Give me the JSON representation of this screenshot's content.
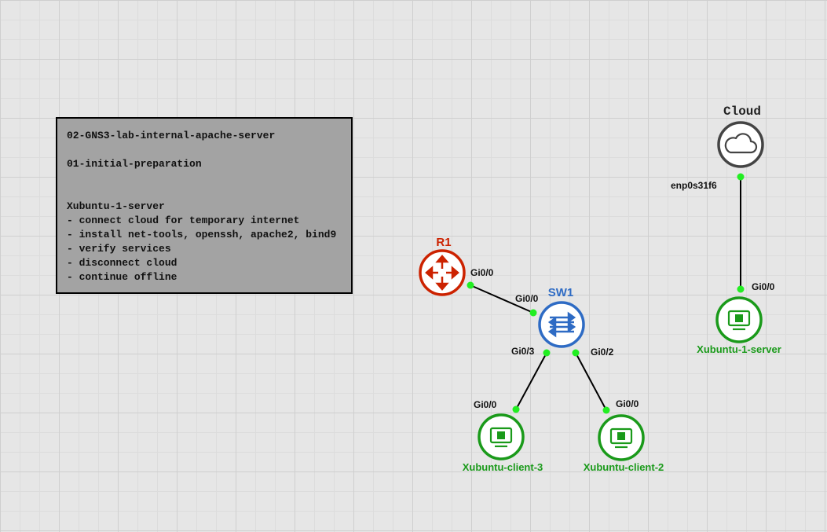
{
  "note": {
    "lines": [
      "02-GNS3-lab-internal-apache-server",
      "",
      "01-initial-preparation",
      "",
      "",
      "Xubuntu-1-server",
      "- connect cloud for temporary internet",
      "- install net-tools, openssh, apache2, bind9",
      "- verify services",
      "- disconnect cloud",
      "- continue offline"
    ]
  },
  "nodes": {
    "cloud": {
      "label": "Cloud",
      "icon": "cloud-icon",
      "color": "#444444"
    },
    "r1": {
      "label": "R1",
      "icon": "router-icon",
      "color": "#cc2200"
    },
    "sw1": {
      "label": "SW1",
      "icon": "switch-icon",
      "color": "#2e6bc4"
    },
    "server": {
      "label": "Xubuntu-1-server",
      "icon": "host-icon",
      "color": "#1a9a1a"
    },
    "client3": {
      "label": "Xubuntu-client-3",
      "icon": "host-icon",
      "color": "#1a9a1a"
    },
    "client2": {
      "label": "Xubuntu-client-2",
      "icon": "host-icon",
      "color": "#1a9a1a"
    }
  },
  "ports": {
    "cloud": "enp0s31f6",
    "server": "Gi0/0",
    "r1": "Gi0/0",
    "sw1_r1": "Gi0/0",
    "sw1_client3": "Gi0/3",
    "sw1_client2": "Gi0/2",
    "client3": "Gi0/0",
    "client2": "Gi0/0"
  },
  "colors": {
    "link_status": "#22ee22",
    "link": "#000000"
  }
}
